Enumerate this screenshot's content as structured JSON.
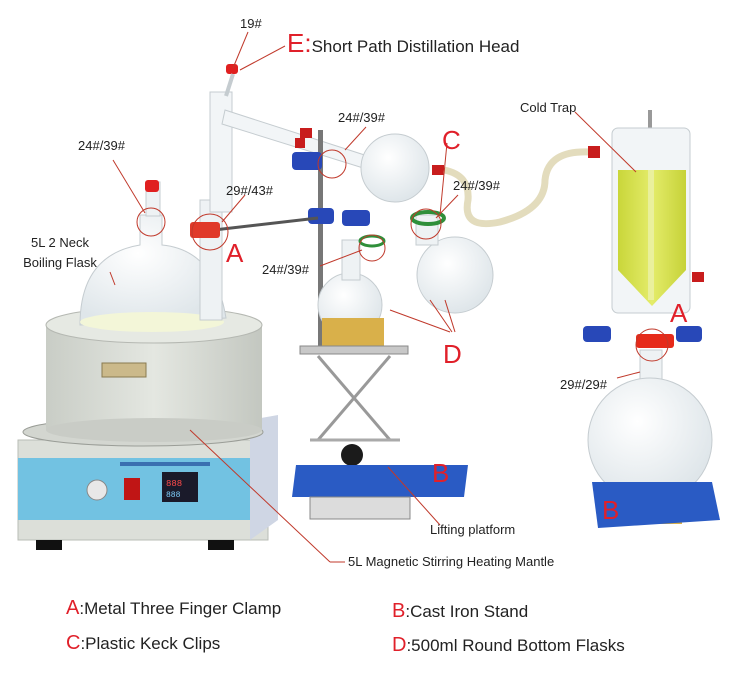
{
  "diagram": {
    "title_letter": "E",
    "title_text": "Short Path Distillation Head",
    "joint_labels": {
      "top_head": "19#",
      "flask_neck": "24#/39#",
      "clamp_joint": "29#/43#",
      "condenser_joint": "24#/39#",
      "receiver_left": "24#/39#",
      "receiver_right": "24#/39#",
      "cold_trap_bottom": "29#/29#"
    },
    "component_labels": {
      "boiling_flask_line1": "5L 2 Neck",
      "boiling_flask_line2": "Boiling Flask",
      "cold_trap": "Cold Trap",
      "lifting_platform": "Lifting platform",
      "heating_mantle": "5L Magnetic Stirring Heating Mantle"
    },
    "callout_letters": {
      "clamp_left": "A",
      "clamp_right": "A",
      "keck_clip": "C",
      "flasks": "D",
      "stand_center": "B",
      "stand_right": "B"
    },
    "legend": [
      {
        "key": "A",
        "text": ":Metal Three Finger Clamp"
      },
      {
        "key": "B",
        "text": ":Cast Iron Stand"
      },
      {
        "key": "C",
        "text": ":Plastic Keck Clips"
      },
      {
        "key": "D",
        "text": ":500ml Round Bottom Flasks"
      }
    ],
    "colors": {
      "accent_red": "#e0202a",
      "stand_blue": "#2a5bc4",
      "liquid_yellow": "#d8e24a",
      "mantle_gray": "#d9dcd6",
      "panel_blue": "#6fc0e0",
      "cork": "#d9b04a"
    }
  }
}
